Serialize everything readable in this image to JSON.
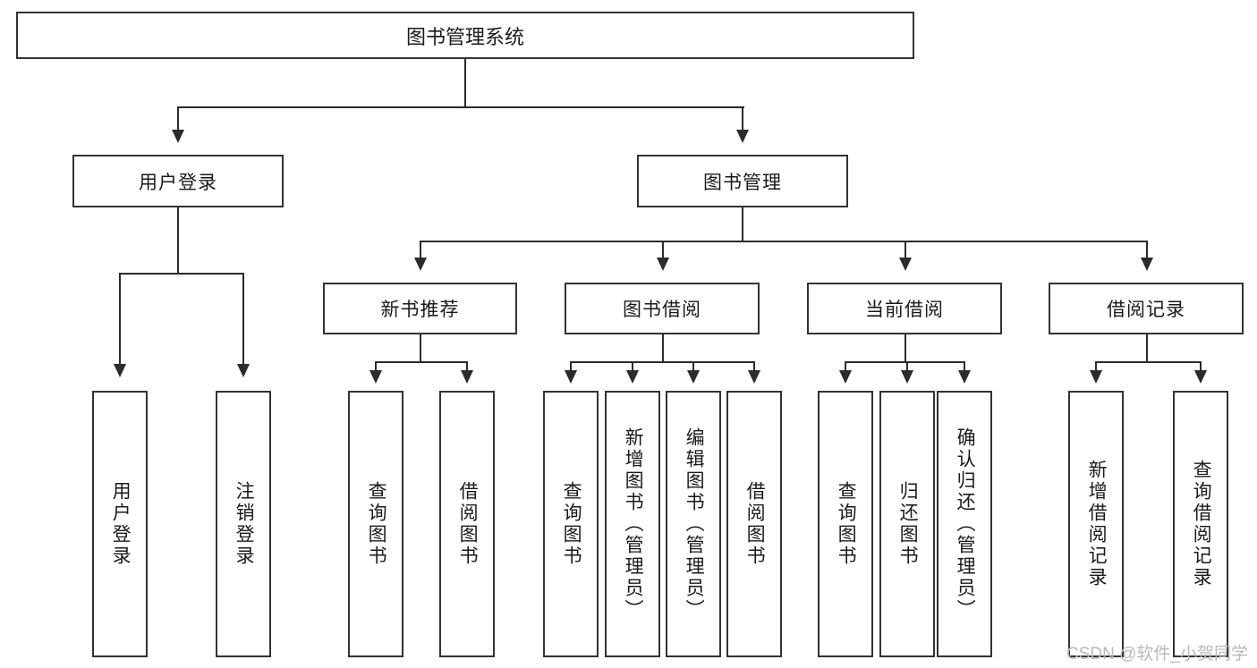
{
  "diagram": {
    "title": "图书管理系统",
    "type": "tree-hierarchy",
    "root": {
      "label": "图书管理系统"
    },
    "level2": [
      {
        "label": "用户登录"
      },
      {
        "label": "图书管理"
      }
    ],
    "level3": [
      {
        "label": "新书推荐"
      },
      {
        "label": "图书借阅"
      },
      {
        "label": "当前借阅"
      },
      {
        "label": "借阅记录"
      }
    ],
    "leaves": {
      "user_login": [
        {
          "label": "用户登录"
        },
        {
          "label": "注销登录"
        }
      ],
      "new_book_recommend": [
        {
          "label": "查询图书"
        },
        {
          "label": "借阅图书"
        }
      ],
      "book_borrow": [
        {
          "label": "查询图书"
        },
        {
          "label": "新增图书（管理员）"
        },
        {
          "label": "编辑图书（管理员）"
        },
        {
          "label": "借阅图书"
        }
      ],
      "current_borrow": [
        {
          "label": "查询图书"
        },
        {
          "label": "归还图书"
        },
        {
          "label": "确认归还（管理员）"
        }
      ],
      "borrow_record": [
        {
          "label": "新增借阅记录"
        },
        {
          "label": "查询借阅记录"
        }
      ]
    }
  },
  "watermark": {
    "text": "CSDN @软件_小贺同学"
  },
  "colors": {
    "stroke": "#333333",
    "connector": "#2b2b2b",
    "background": "#ffffff",
    "text": "#1a1a1a",
    "watermark": "#b9b9b9"
  }
}
